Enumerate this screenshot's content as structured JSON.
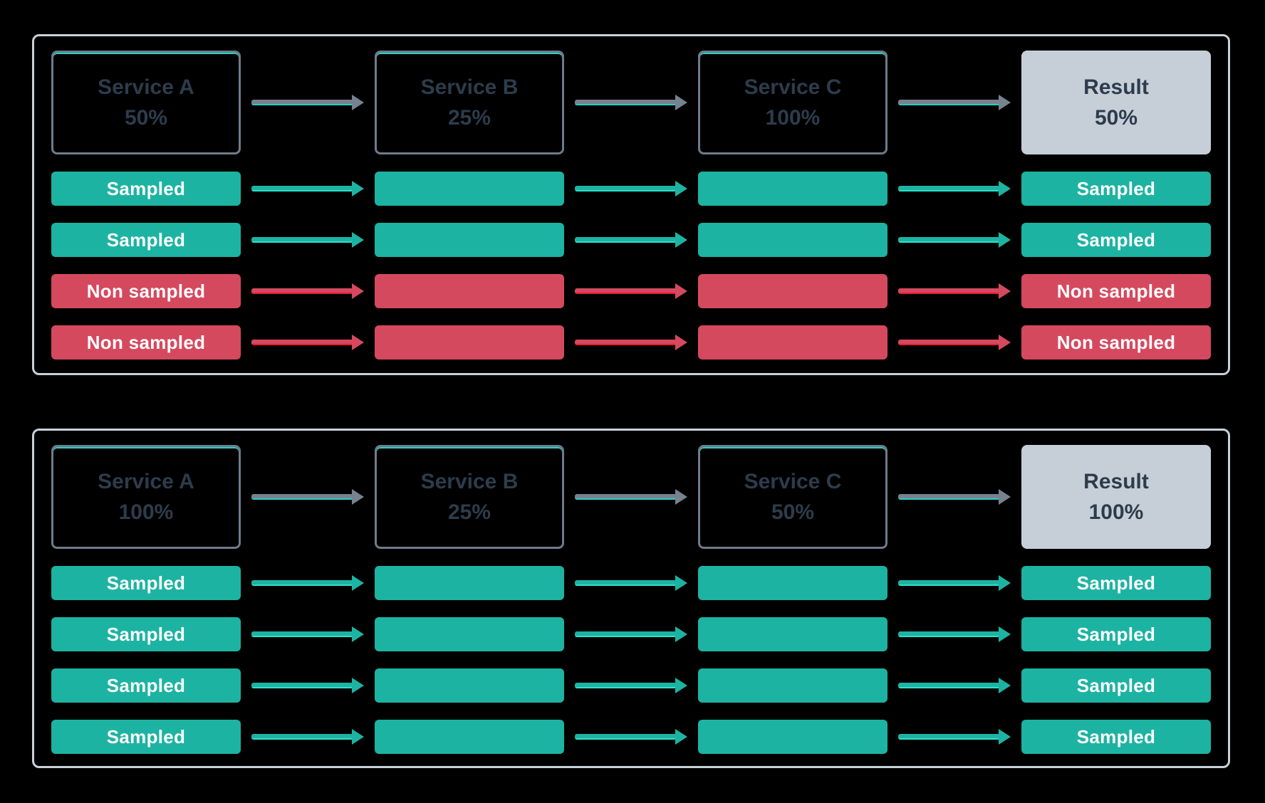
{
  "colors": {
    "background": "#000000",
    "panel_border": "#c8d1da",
    "service_border": "#6e7b8a",
    "service_text": "#2d3c4c",
    "service_accent": "#29cfc0",
    "result_bg": "#c6cfd8",
    "result_text": "#2d3c4c",
    "flow_arrow": "#76828f",
    "sampled": "#1db3a2",
    "sampled_accent": "#2ce0cd",
    "non_sampled": "#d5495f",
    "non_sampled_accent": "#ec1a30",
    "pill_text": "#ffffff"
  },
  "panels": [
    {
      "title": "scenario-result-50",
      "services": [
        {
          "kind": "service",
          "label": "Service A",
          "value": "50%"
        },
        {
          "kind": "service",
          "label": "Service B",
          "value": "25%"
        },
        {
          "kind": "service",
          "label": "Service C",
          "value": "100%"
        },
        {
          "kind": "result",
          "label": "Result",
          "value": "50%"
        }
      ],
      "trace_rows": [
        {
          "status": "sampled",
          "start_label": "Sampled",
          "end_label": "Sampled"
        },
        {
          "status": "sampled",
          "start_label": "Sampled",
          "end_label": "Sampled"
        },
        {
          "status": "non-sampled",
          "start_label": "Non sampled",
          "end_label": "Non sampled"
        },
        {
          "status": "non-sampled",
          "start_label": "Non sampled",
          "end_label": "Non sampled"
        }
      ]
    },
    {
      "title": "scenario-result-100",
      "services": [
        {
          "kind": "service",
          "label": "Service A",
          "value": "100%"
        },
        {
          "kind": "service",
          "label": "Service B",
          "value": "25%"
        },
        {
          "kind": "service",
          "label": "Service C",
          "value": "50%"
        },
        {
          "kind": "result",
          "label": "Result",
          "value": "100%"
        }
      ],
      "trace_rows": [
        {
          "status": "sampled",
          "start_label": "Sampled",
          "end_label": "Sampled"
        },
        {
          "status": "sampled",
          "start_label": "Sampled",
          "end_label": "Sampled"
        },
        {
          "status": "sampled",
          "start_label": "Sampled",
          "end_label": "Sampled"
        },
        {
          "status": "sampled",
          "start_label": "Sampled",
          "end_label": "Sampled"
        }
      ]
    }
  ]
}
